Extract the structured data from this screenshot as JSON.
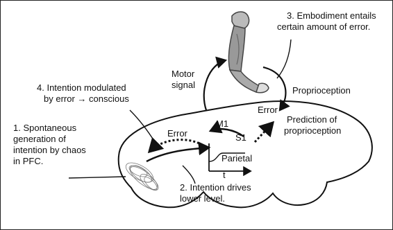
{
  "labels": {
    "embodiment_line1": "3. Embodiment entails",
    "embodiment_line2": "certain amount of error.",
    "motor_line1": "Motor",
    "motor_line2": "signal",
    "intention_mod_line1": "4. Intention modulated",
    "intention_mod_line2": "by error → conscious",
    "proprioception": "Proprioception",
    "error_top": "Error",
    "prediction_line1": "Prediction of",
    "prediction_line2": "proprioception",
    "m1": "M1",
    "s1": "S1",
    "error_brain": "Error",
    "spont_line1": "1. Spontaneous",
    "spont_line2": "generation of",
    "spont_line3": "intention by chaos",
    "spont_line4": "in PFC.",
    "parietal": "Parietal",
    "time_axis": "t",
    "drives_line1": "2. Intention drives",
    "drives_line2": "lower level."
  }
}
